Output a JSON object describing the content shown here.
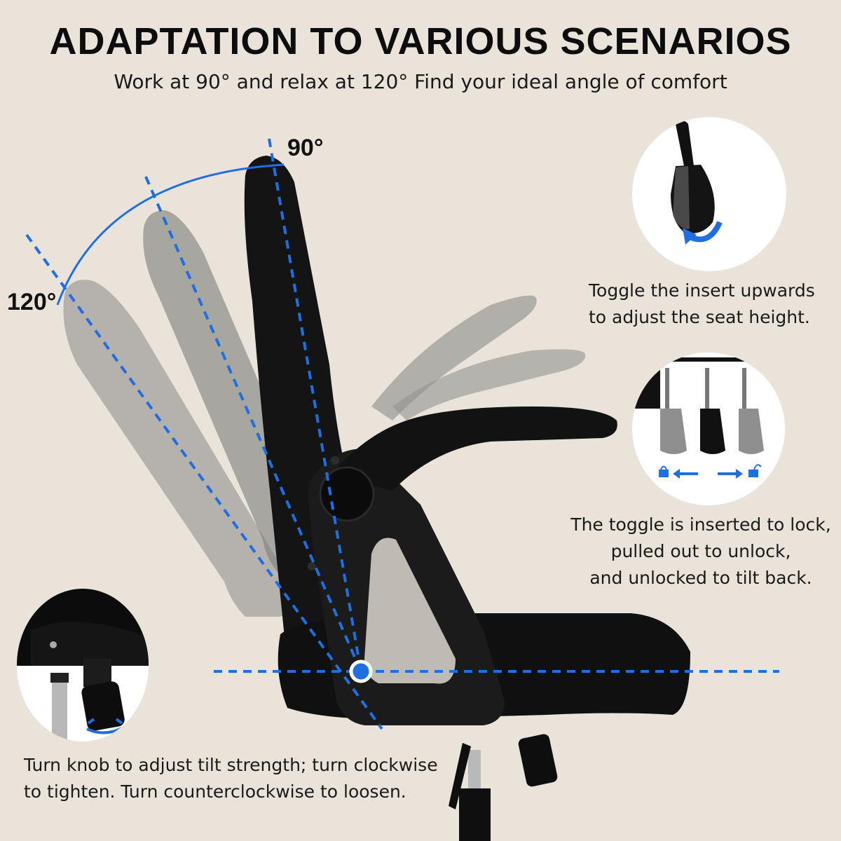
{
  "header": {
    "title": "ADAPTATION TO VARIOUS SCENARIOS",
    "subtitle": "Work at 90° and relax at 120° Find your ideal angle of comfort"
  },
  "angles": {
    "upright": "90°",
    "reclined": "120°"
  },
  "callouts": {
    "seat_height": {
      "line1": "Toggle the insert upwards",
      "line2": "to adjust the seat height."
    },
    "tilt_lock": {
      "line1": "The toggle is inserted to lock,",
      "line2": "pulled out to unlock,",
      "line3": "and unlocked to tilt back."
    },
    "tilt_knob": {
      "line1": "Turn knob to adjust tilt strength; turn clockwise",
      "line2": "to tighten. Turn counterclockwise to loosen."
    }
  },
  "icons": [
    "lock-icon",
    "arrow-left-icon",
    "arrow-right-icon",
    "unlock-icon",
    "rotate-arrow-icon",
    "knob-rotate-icon"
  ],
  "colors": {
    "background": "#e9e3d9",
    "accent_blue": "#1f6fe0",
    "chair_black": "#111111",
    "ghost_gray": "#8f8f8c"
  }
}
